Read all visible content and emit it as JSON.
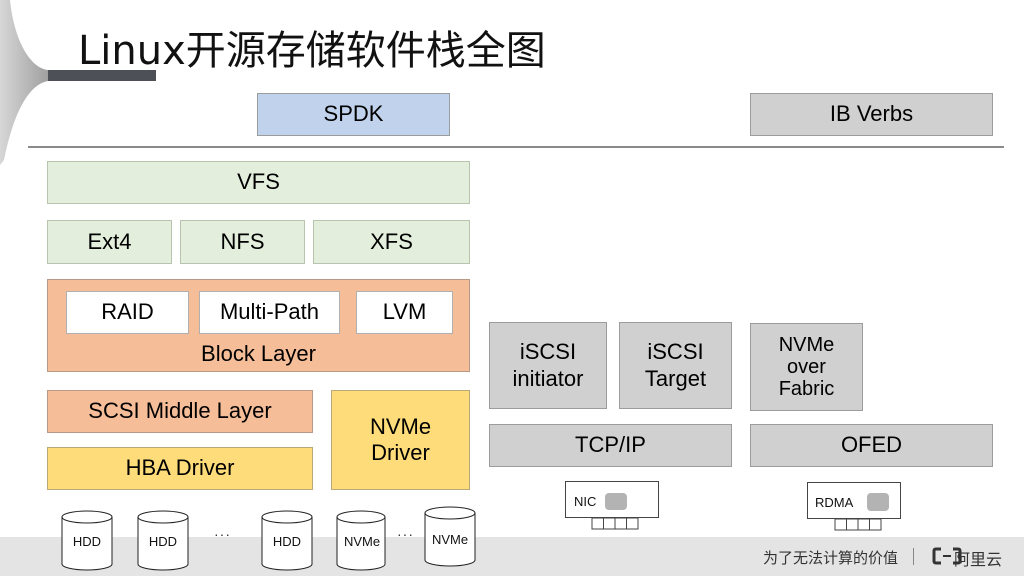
{
  "title": "Linux开源存储软件栈全图",
  "top_layer": {
    "spdk": "SPDK",
    "ib_verbs": "IB Verbs"
  },
  "kernel_stack": {
    "vfs": "VFS",
    "filesystems": [
      "Ext4",
      "NFS",
      "XFS"
    ],
    "block_layer": {
      "label": "Block Layer",
      "modules": [
        "RAID",
        "Multi-Path",
        "LVM"
      ]
    },
    "scsi_middle_layer": "SCSI Middle Layer",
    "hba_driver": "HBA Driver",
    "nvme_driver": "NVMe\nDriver"
  },
  "devices": {
    "disks": [
      "HDD",
      "HDD",
      "HDD",
      "NVMe",
      "NVMe"
    ],
    "ellipsis": "···"
  },
  "network_stack": {
    "iscsi_initiator": "iSCSI\ninitiator",
    "iscsi_target": "iSCSI\nTarget",
    "nvme_over_fabric": "NVMe\nover\nFabric",
    "tcp_ip": "TCP/IP",
    "ofed": "OFED",
    "nic": "NIC",
    "rdma": "RDMA"
  },
  "footer": {
    "slogan": "为了无法计算的价值",
    "brand": "阿里云"
  },
  "colors": {
    "fs_green": "#e3efdc",
    "block_orange": "#f6be98",
    "driver_yellow": "#fedc7a",
    "network_gray": "#d0d0d0",
    "spdk_blue": "#c1d3ec"
  }
}
